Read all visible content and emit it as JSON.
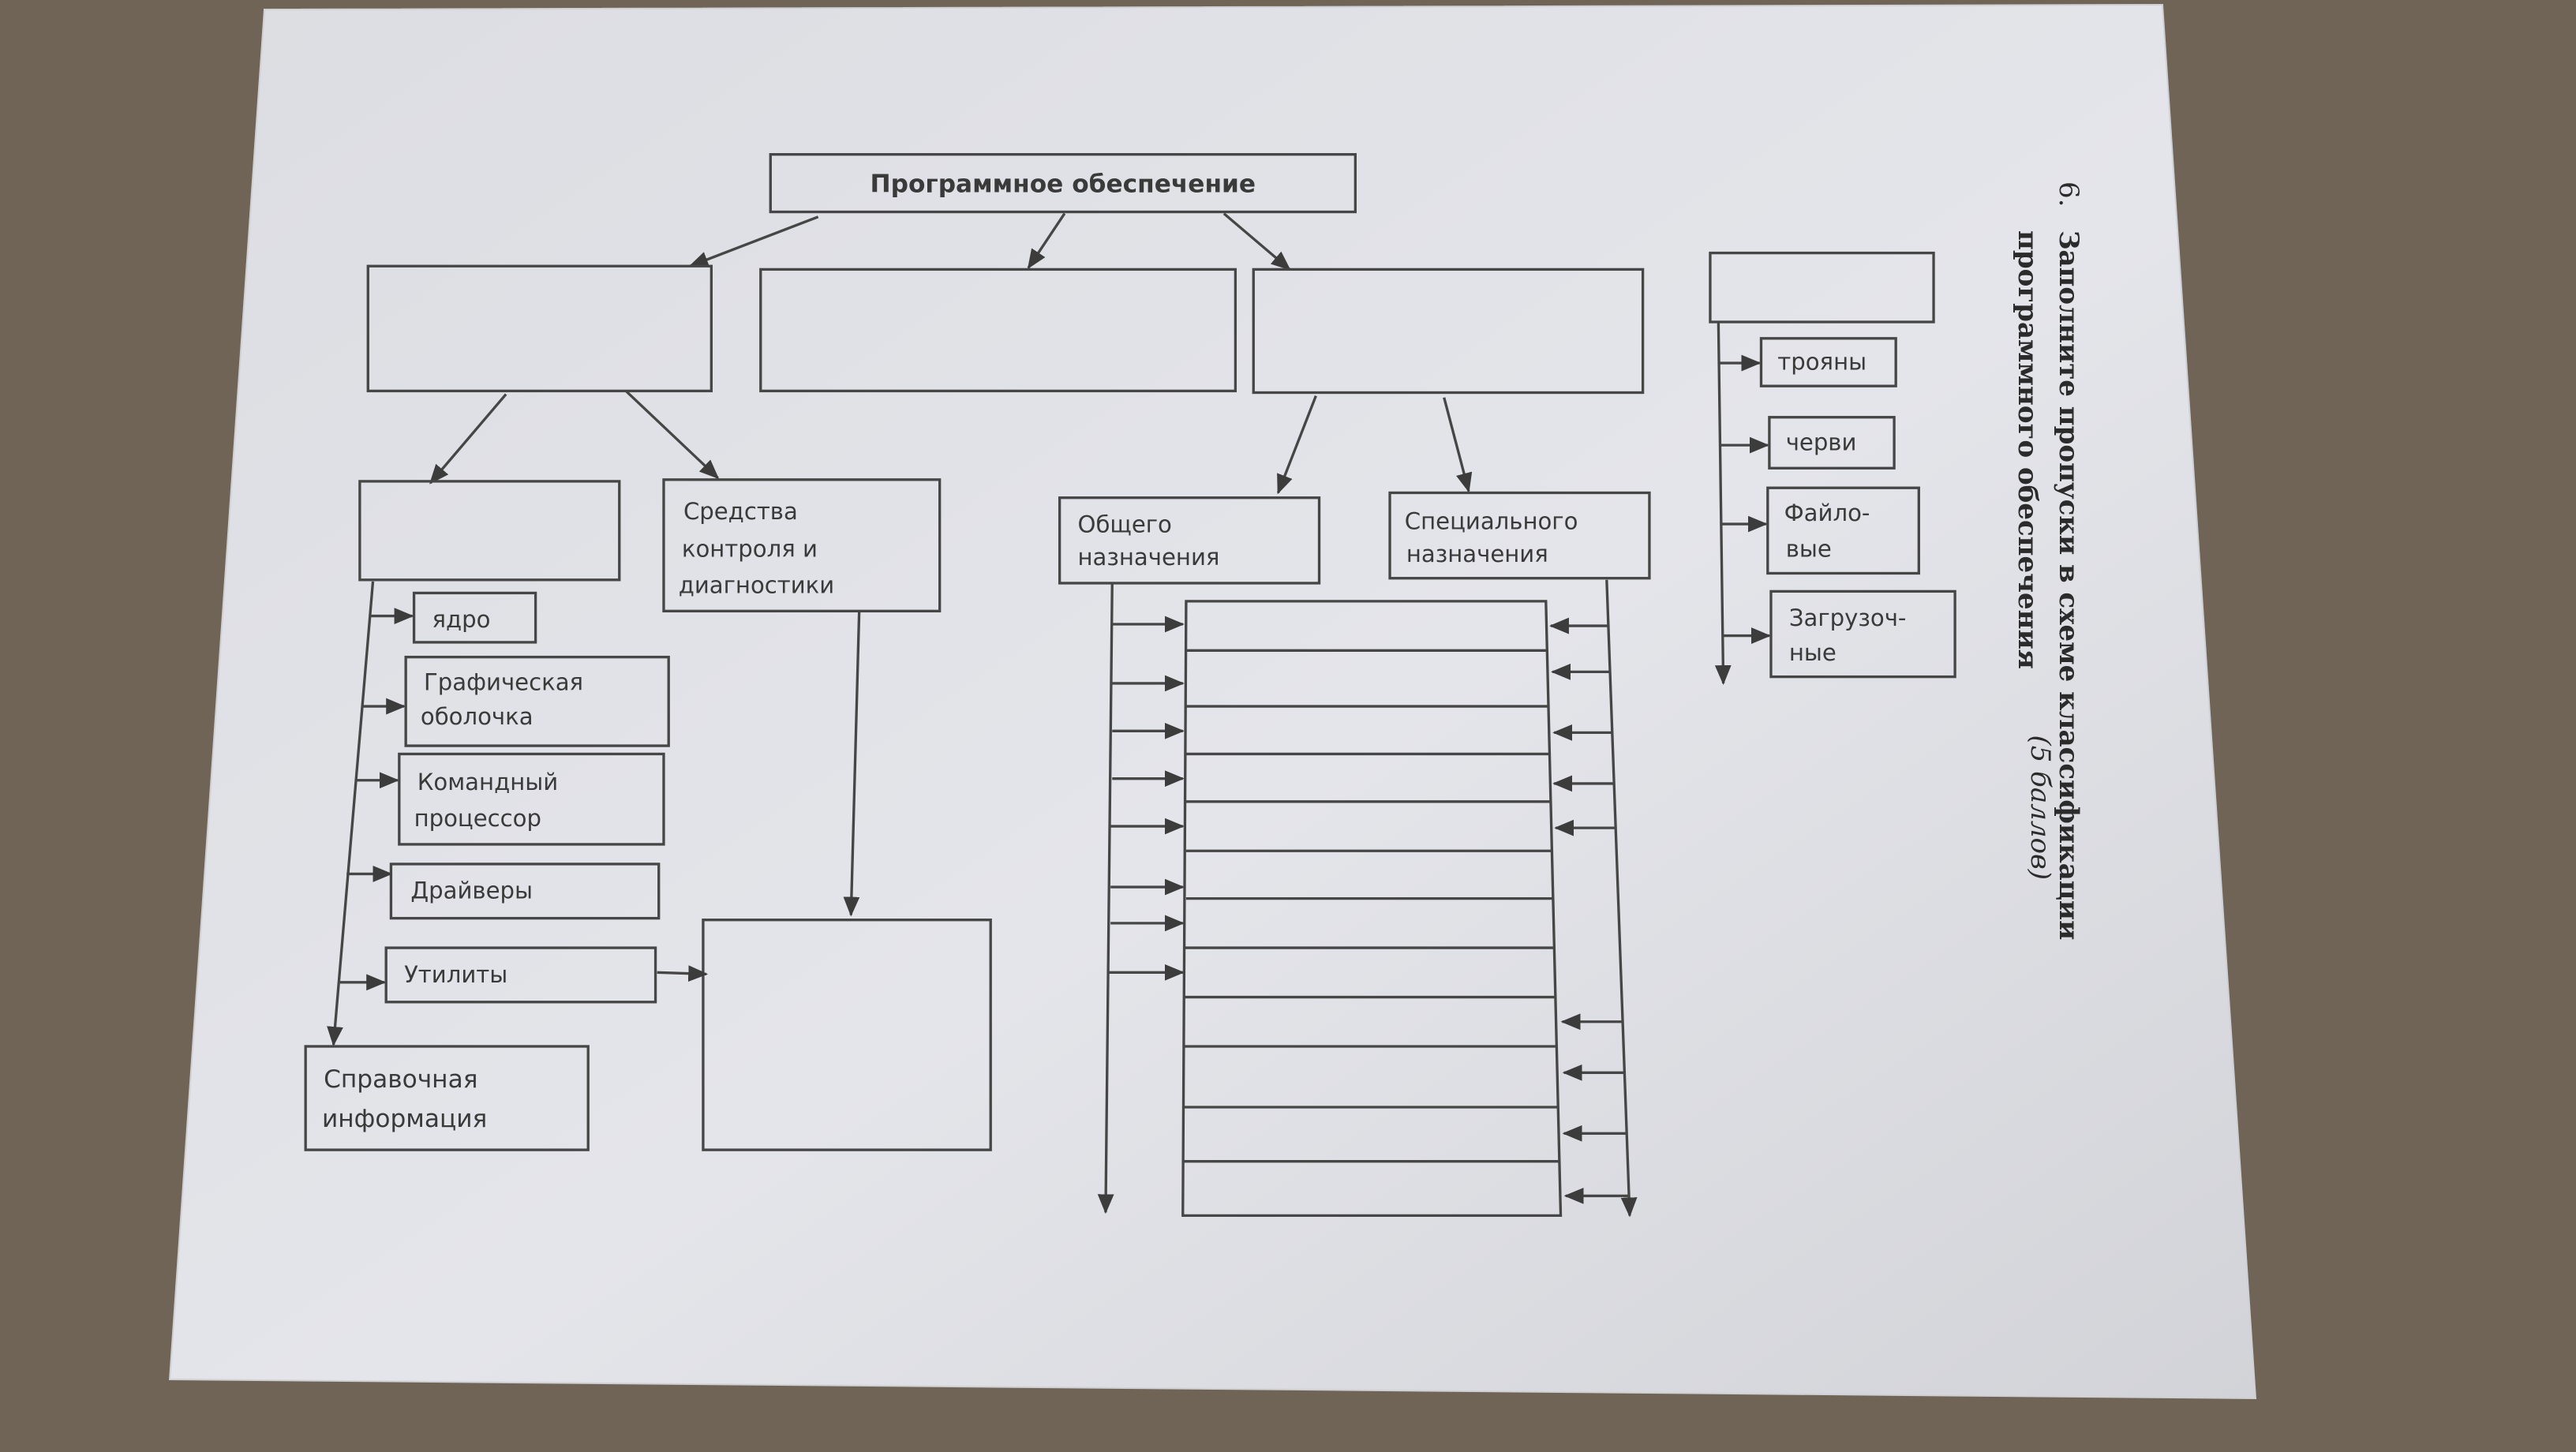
{
  "task": {
    "number": "6.",
    "title_line1": "Заполните пропуски в схеме классификации",
    "title_line2": "программного обеспечения",
    "points": "(5 баллов)"
  },
  "diagram": {
    "root": "Программное обеспечение",
    "control_line1": "Средства",
    "control_line2": "контроля и",
    "control_line3": "диагностики",
    "general_line1": "Общего",
    "general_line2": "назначения",
    "special_line1": "Специального",
    "special_line2": "назначения",
    "os_items": {
      "kernel": "ядро",
      "gui_line1": "Графическая",
      "gui_line2": "оболочка",
      "cmd_line1": "Командный",
      "cmd_line2": "процессор",
      "drivers": "Драйверы",
      "utilities": "Утилиты"
    },
    "reference_line1": "Справочная",
    "reference_line2": "информация",
    "malware_items": {
      "trojans": "трояны",
      "worms": "черви",
      "file_line1": "Файло-",
      "file_line2": "вые",
      "boot_line1": "Загрузоч-",
      "boot_line2": "ные"
    }
  }
}
